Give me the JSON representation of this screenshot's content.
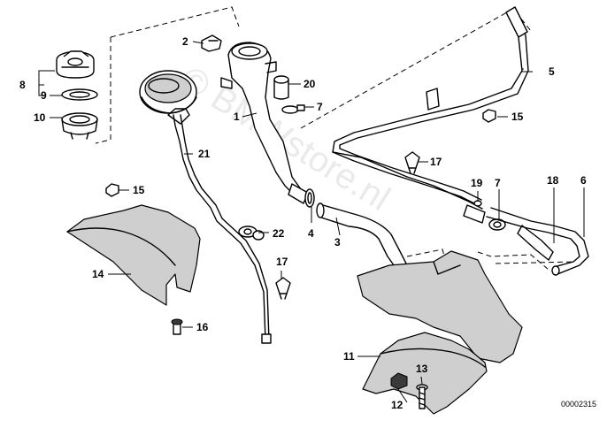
{
  "diagram": {
    "reference_number": "00002315",
    "watermark": "© BMWstore.nl",
    "callouts": [
      {
        "id": "c1",
        "label": "1"
      },
      {
        "id": "c2",
        "label": "2"
      },
      {
        "id": "c3",
        "label": "3"
      },
      {
        "id": "c4",
        "label": "4"
      },
      {
        "id": "c5",
        "label": "5"
      },
      {
        "id": "c6",
        "label": "6"
      },
      {
        "id": "c7a",
        "label": "7"
      },
      {
        "id": "c7b",
        "label": "7"
      },
      {
        "id": "c8",
        "label": "8"
      },
      {
        "id": "c9",
        "label": "9"
      },
      {
        "id": "c10",
        "label": "10"
      },
      {
        "id": "c11",
        "label": "11"
      },
      {
        "id": "c12",
        "label": "12"
      },
      {
        "id": "c13",
        "label": "13"
      },
      {
        "id": "c14",
        "label": "14"
      },
      {
        "id": "c15a",
        "label": "15"
      },
      {
        "id": "c15b",
        "label": "15"
      },
      {
        "id": "c16",
        "label": "16"
      },
      {
        "id": "c17a",
        "label": "17"
      },
      {
        "id": "c17b",
        "label": "17"
      },
      {
        "id": "c18",
        "label": "18"
      },
      {
        "id": "c19",
        "label": "19"
      },
      {
        "id": "c20",
        "label": "20"
      },
      {
        "id": "c21",
        "label": "21"
      },
      {
        "id": "c22",
        "label": "22"
      }
    ]
  }
}
